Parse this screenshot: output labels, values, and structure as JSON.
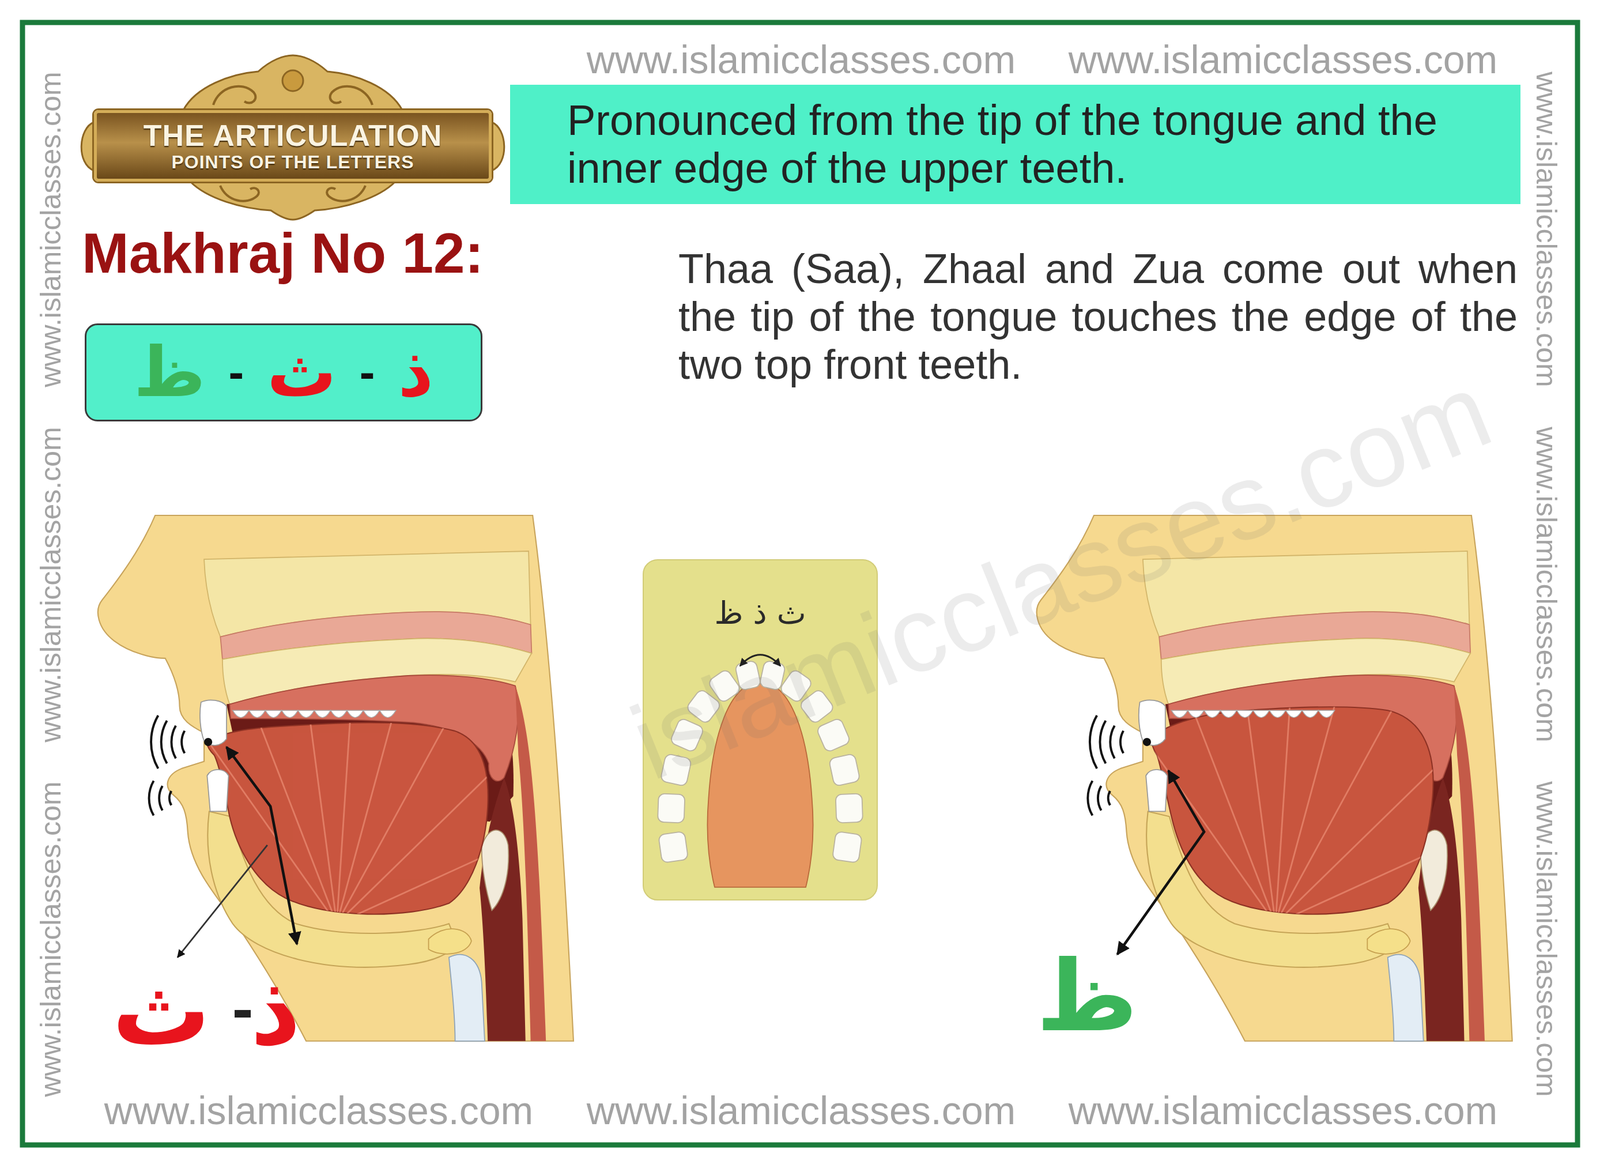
{
  "diagram": {
    "title": "Makhraj No 12:",
    "nodes": [
      {
        "text": [
          "THE ARTICULATION",
          "POINTS OF THE LETTERS"
        ]
      },
      {
        "text": [
          "Pronounced from the tip of the tongue and the inner edge of the upper teeth."
        ]
      },
      {
        "text": [
          "ظ",
          "-",
          "ث",
          "-",
          "ذ"
        ]
      },
      {
        "text": [
          "ث ذ ظ"
        ]
      }
    ],
    "labels": [
      "www.islamicclasses.com",
      "www.islamicclasses.com",
      "Thaa (Saa), Zhaal and Zua come out when the tip of the tongue touches the edge of the two top front teeth.",
      "ث",
      "-",
      "ذ",
      "ظ",
      "www.islamicclasses.com",
      "www.islamicclasses.com",
      "www.islamicclasses.com",
      "www.islamicclasses.com",
      "www.islamicclasses.com",
      "www.islamicclasses.com",
      "www.islamicclasses.com",
      "www.islamicclasses.com",
      "www.islamicclasses.com",
      "islamicclasses.com"
    ]
  }
}
